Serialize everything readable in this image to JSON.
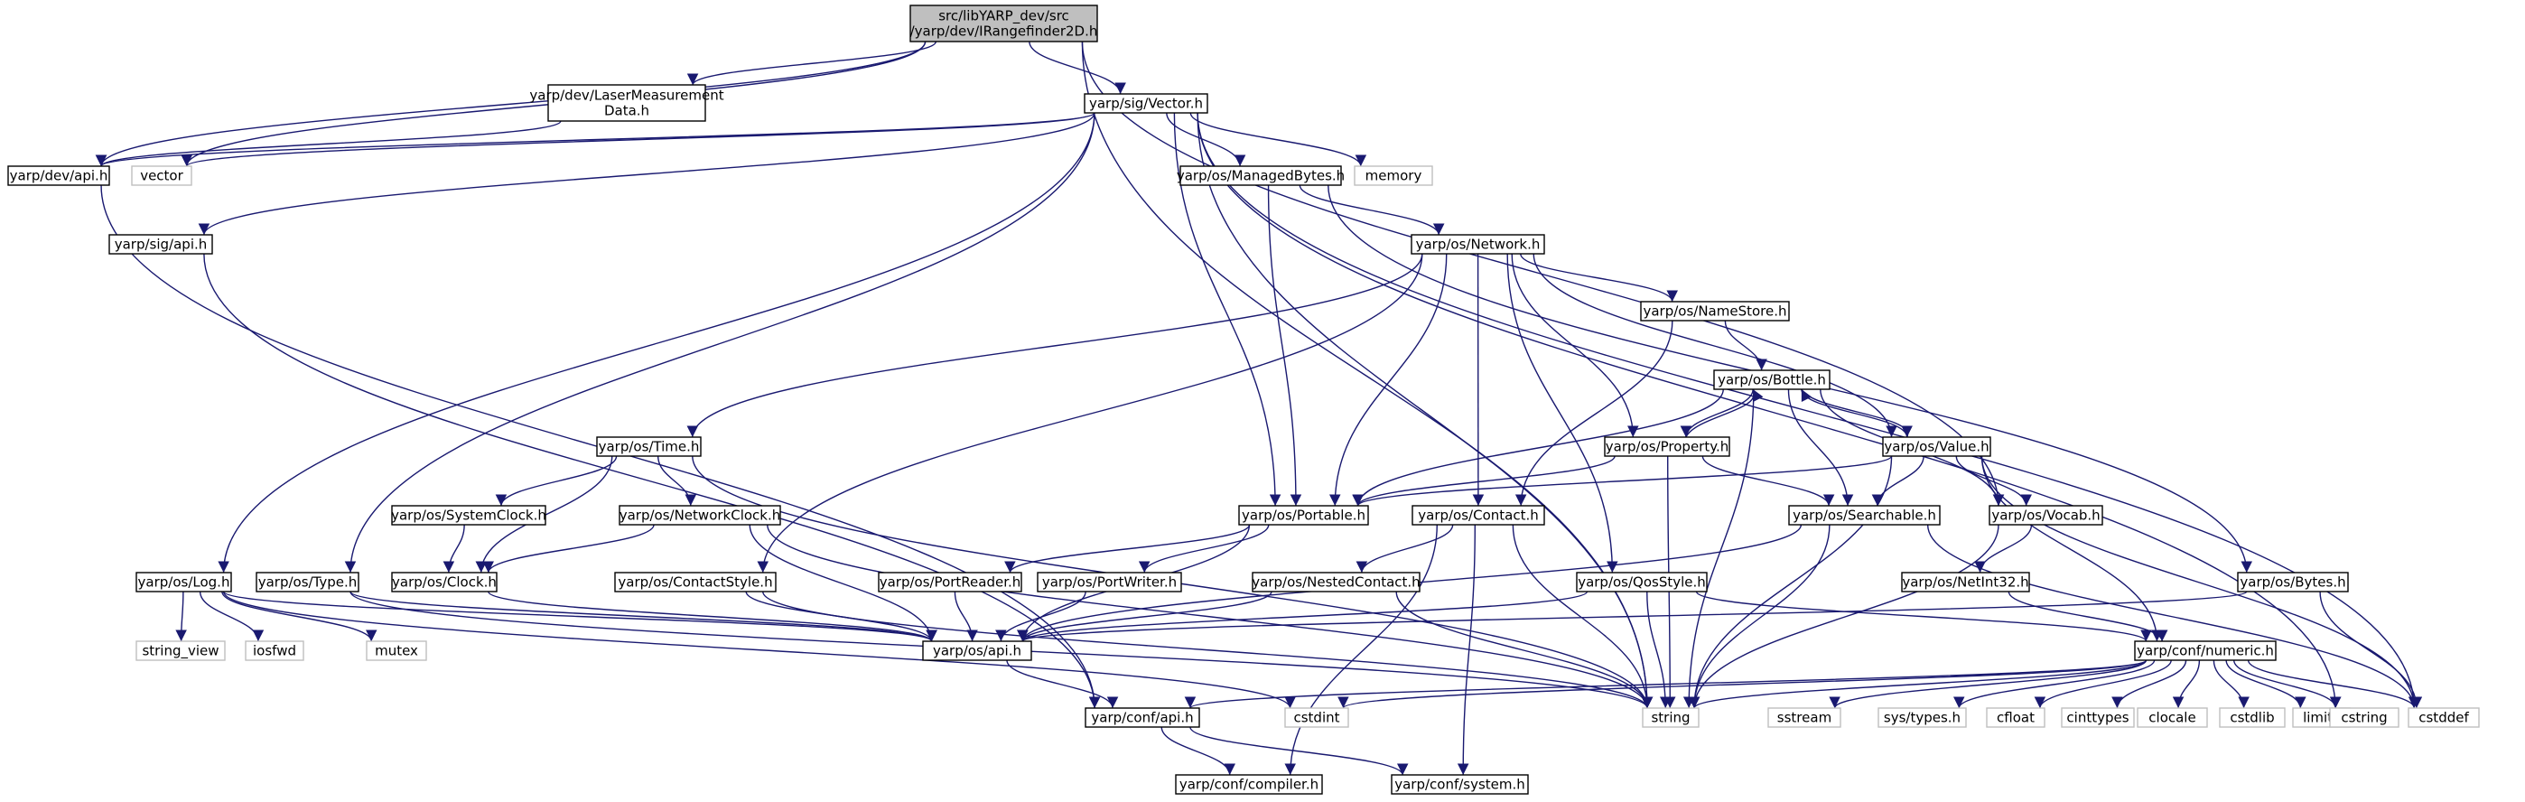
{
  "diagram": {
    "title": "",
    "edge_color": "#191970",
    "root_fill": "#bfbfbf",
    "external_border": "#bfbfbf",
    "nodes": {
      "root": "src/libYARP_dev/src\n/yarp/dev/IRangefinder2D.h",
      "laser": "yarp/dev/LaserMeasurement\nData.h",
      "vector_h": "yarp/sig/Vector.h",
      "devapi": "yarp/dev/api.h",
      "vector": "vector",
      "managedbytes": "yarp/os/ManagedBytes.h",
      "memory": "memory",
      "sigapi": "yarp/sig/api.h",
      "network": "yarp/os/Network.h",
      "namestore": "yarp/os/NameStore.h",
      "bottle": "yarp/os/Bottle.h",
      "time": "yarp/os/Time.h",
      "property": "yarp/os/Property.h",
      "value": "yarp/os/Value.h",
      "systemclock": "yarp/os/SystemClock.h",
      "networkclock": "yarp/os/NetworkClock.h",
      "portable": "yarp/os/Portable.h",
      "contact": "yarp/os/Contact.h",
      "searchable": "yarp/os/Searchable.h",
      "vocab": "yarp/os/Vocab.h",
      "log": "yarp/os/Log.h",
      "type": "yarp/os/Type.h",
      "clock": "yarp/os/Clock.h",
      "contactstyle": "yarp/os/ContactStyle.h",
      "portreader": "yarp/os/PortReader.h",
      "portwriter": "yarp/os/PortWriter.h",
      "nestedcontact": "yarp/os/NestedContact.h",
      "qosstyle": "yarp/os/QosStyle.h",
      "netint32": "yarp/os/NetInt32.h",
      "bytes": "yarp/os/Bytes.h",
      "string_view": "string_view",
      "iosfwd": "iosfwd",
      "mutex": "mutex",
      "osapi": "yarp/os/api.h",
      "numeric": "yarp/conf/numeric.h",
      "confapi": "yarp/conf/api.h",
      "cstdint": "cstdint",
      "string": "string",
      "sstream": "sstream",
      "systypes": "sys/types.h",
      "cfloat": "cfloat",
      "cinttypes": "cinttypes",
      "clocale": "clocale",
      "cstdlib": "cstdlib",
      "limits": "limits",
      "cstring": "cstring",
      "cstddef": "cstddef",
      "compiler": "yarp/conf/compiler.h",
      "system": "yarp/conf/system.h"
    }
  }
}
